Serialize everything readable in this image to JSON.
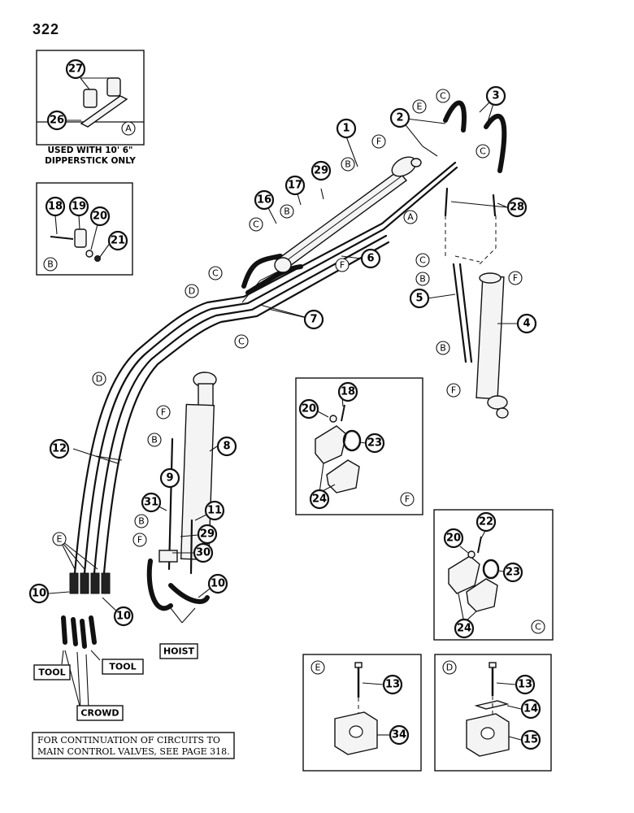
{
  "page_number": "322",
  "callouts": {
    "c1": "1",
    "c2": "2",
    "c3": "3",
    "c4": "4",
    "c5": "5",
    "c6": "6",
    "c7": "7",
    "c8": "8",
    "c9": "9",
    "c10a": "10",
    "c10b": "10",
    "c10c": "10",
    "c11": "11",
    "c12": "12",
    "c13e": "13",
    "c13d": "13",
    "c14": "14",
    "c15": "15",
    "c16": "16",
    "c17": "17",
    "c18b": "18",
    "c18f": "18",
    "c19": "19",
    "c20b": "20",
    "c20f": "20",
    "c20c": "20",
    "c21": "21",
    "c22": "22",
    "c23f": "23",
    "c23c": "23",
    "c24f": "24",
    "c24c": "24",
    "c26": "26",
    "c27": "27",
    "c28": "28",
    "c29a": "29",
    "c29b": "29",
    "c30": "30",
    "c31": "31",
    "c34": "34"
  },
  "letters": {
    "a": "A",
    "b": "B",
    "c": "C",
    "d": "D",
    "e": "E",
    "f": "F"
  },
  "labels": {
    "tool": "TOOL",
    "crowd": "CROWD",
    "hoist": "HOIST"
  },
  "inset_a_note_line1": "USED WITH  10' 6\"",
  "inset_a_note_line2": "DIPPERSTICK ONLY",
  "footer_note_line1": "FOR CONTINUATION OF CIRCUITS TO",
  "footer_note_line2": "MAIN CONTROL VALVES, SEE PAGE 318."
}
